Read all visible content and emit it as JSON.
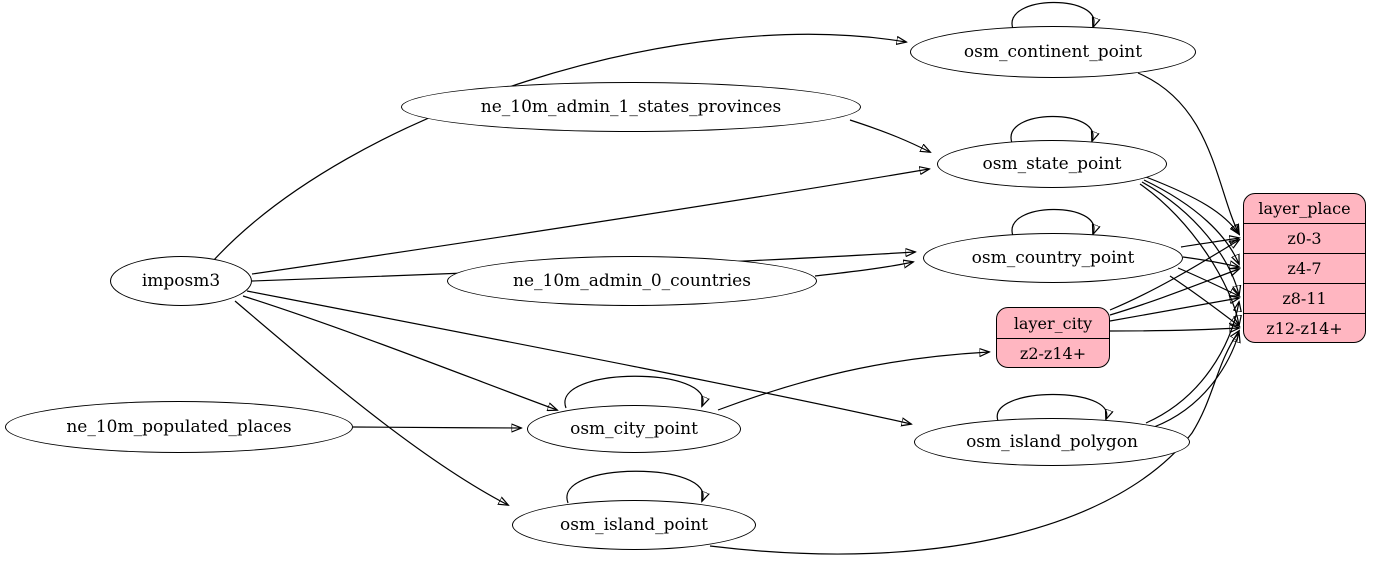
{
  "diagram": {
    "type": "etl-graph",
    "colors": {
      "record_fill": "#ffb6c1",
      "edge_stroke": "#000000",
      "background": "#ffffff",
      "ellipse_fill": "#ffffff"
    },
    "nodes": {
      "imposm3": "imposm3",
      "ne_10m_admin_1_states_provinces": "ne_10m_admin_1_states_provinces",
      "ne_10m_admin_0_countries": "ne_10m_admin_0_countries",
      "ne_10m_populated_places": "ne_10m_populated_places",
      "osm_continent_point": "osm_continent_point",
      "osm_state_point": "osm_state_point",
      "osm_country_point": "osm_country_point",
      "osm_city_point": "osm_city_point",
      "osm_island_polygon": "osm_island_polygon",
      "osm_island_point": "osm_island_point"
    },
    "records": {
      "layer_place": {
        "title": "layer_place",
        "rows": [
          "z0-3",
          "z4-7",
          "z8-11",
          "z12-z14+"
        ]
      },
      "layer_city": {
        "title": "layer_city",
        "rows": [
          "z2-z14+"
        ]
      }
    },
    "edges": [
      {
        "from": "imposm3",
        "to": "osm_continent_point"
      },
      {
        "from": "imposm3",
        "to": "osm_state_point"
      },
      {
        "from": "imposm3",
        "to": "osm_country_point"
      },
      {
        "from": "imposm3",
        "to": "osm_city_point"
      },
      {
        "from": "imposm3",
        "to": "osm_island_polygon"
      },
      {
        "from": "imposm3",
        "to": "osm_island_point"
      },
      {
        "from": "ne_10m_admin_1_states_provinces",
        "to": "osm_state_point"
      },
      {
        "from": "ne_10m_admin_0_countries",
        "to": "osm_country_point"
      },
      {
        "from": "ne_10m_populated_places",
        "to": "osm_city_point"
      },
      {
        "from": "osm_continent_point",
        "to": "osm_continent_point"
      },
      {
        "from": "osm_state_point",
        "to": "osm_state_point"
      },
      {
        "from": "osm_country_point",
        "to": "osm_country_point"
      },
      {
        "from": "osm_city_point",
        "to": "osm_city_point"
      },
      {
        "from": "osm_island_polygon",
        "to": "osm_island_polygon"
      },
      {
        "from": "osm_island_point",
        "to": "osm_island_point"
      },
      {
        "from": "osm_city_point",
        "to": "layer_city:z2-z14+"
      },
      {
        "from": "osm_continent_point",
        "to": "layer_place:z0-3"
      },
      {
        "from": "osm_country_point",
        "to": "layer_place:z0-3"
      },
      {
        "from": "osm_country_point",
        "to": "layer_place:z4-7"
      },
      {
        "from": "osm_country_point",
        "to": "layer_place:z8-11"
      },
      {
        "from": "osm_country_point",
        "to": "layer_place:z12-z14+"
      },
      {
        "from": "osm_state_point",
        "to": "layer_place:z0-3"
      },
      {
        "from": "osm_state_point",
        "to": "layer_place:z4-7"
      },
      {
        "from": "osm_state_point",
        "to": "layer_place:z8-11"
      },
      {
        "from": "osm_state_point",
        "to": "layer_place:z12-z14+"
      },
      {
        "from": "layer_city",
        "to": "layer_place:z0-3"
      },
      {
        "from": "layer_city",
        "to": "layer_place:z4-7"
      },
      {
        "from": "layer_city",
        "to": "layer_place:z8-11"
      },
      {
        "from": "layer_city",
        "to": "layer_place:z12-z14+"
      },
      {
        "from": "osm_island_polygon",
        "to": "layer_place:z8-11"
      },
      {
        "from": "osm_island_polygon",
        "to": "layer_place:z12-z14+"
      },
      {
        "from": "osm_island_point",
        "to": "layer_place:z12-z14+"
      }
    ]
  }
}
